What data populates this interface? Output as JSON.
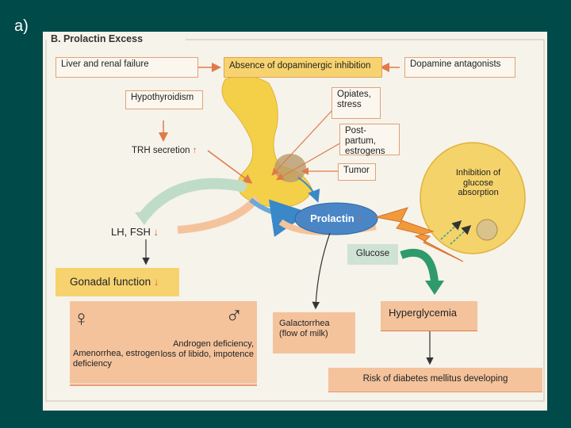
{
  "slide_label": "a)",
  "title": "B. Prolactin Excess",
  "causes": {
    "liver_renal": "Liver and renal failure",
    "absence_dopa": "Absence of dopaminergic inhibition",
    "dopa_antag": "Dopamine antagonists",
    "hypothyroidism": "Hypothyroidism",
    "trh": "TRH secretion",
    "opiates": "Opiates, stress",
    "postpartum": "Post-partum, estrogens",
    "tumor": "Tumor"
  },
  "center": {
    "prolactin": "Prolactin",
    "up_arrow": "↑",
    "down_arrow": "↓",
    "lh_fsh": "LH, FSH",
    "glucose": "Glucose",
    "inhibition": "Inhibition of glucose absorption"
  },
  "effects": {
    "gonadal": "Gonadal function",
    "female_symbol": "♀",
    "male_symbol": "♂",
    "female_effects": "Amenorrhea, estrogen deficiency",
    "male_effects": "Androgen deficiency, loss of libido, impotence",
    "galactorrhea": "Galactorrhea (flow of milk)",
    "hyperglycemia": "Hyperglycemia",
    "diabetes_risk": "Risk of diabetes mellitus developing"
  }
}
